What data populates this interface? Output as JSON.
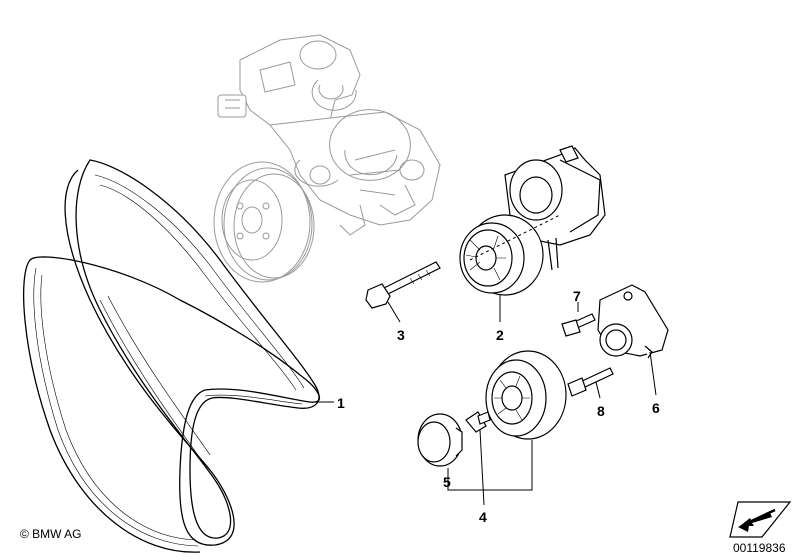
{
  "callouts": [
    {
      "id": "1",
      "label": "1"
    },
    {
      "id": "2",
      "label": "2"
    },
    {
      "id": "3",
      "label": "3"
    },
    {
      "id": "4",
      "label": "4"
    },
    {
      "id": "5",
      "label": "5"
    },
    {
      "id": "6",
      "label": "6"
    },
    {
      "id": "7",
      "label": "7"
    },
    {
      "id": "8",
      "label": "8"
    }
  ],
  "copyright": "© BMW AG",
  "document_number": "00119836",
  "colors": {
    "line": "#000000",
    "ghost": "#9a9a9a",
    "background": "#ffffff"
  }
}
